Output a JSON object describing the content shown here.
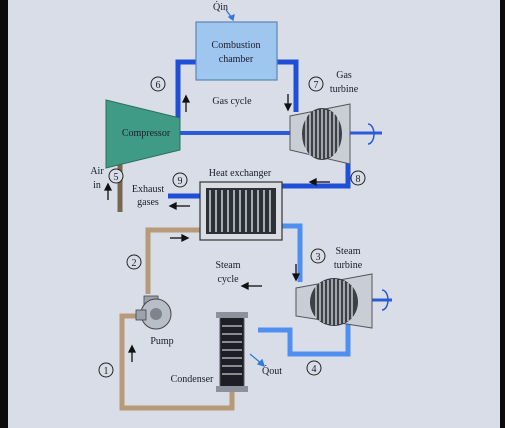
{
  "labels": {
    "q_in": "Q̇in",
    "combustion_chamber_l1": "Combustion",
    "combustion_chamber_l2": "chamber",
    "gas_turbine_l1": "Gas",
    "gas_turbine_l2": "turbine",
    "gas_cycle": "Gas cycle",
    "compressor": "Compressor",
    "air_in_l1": "Air",
    "air_in_l2": "in",
    "heat_exchanger": "Heat exchanger",
    "exhaust_l1": "Exhaust",
    "exhaust_l2": "gases",
    "steam_turbine_l1": "Steam",
    "steam_turbine_l2": "turbine",
    "steam_cycle_l1": "Steam",
    "steam_cycle_l2": "cycle",
    "pump": "Pump",
    "condenser": "Condenser",
    "q_out": "Q̇out"
  },
  "states": [
    "1",
    "2",
    "3",
    "4",
    "5",
    "6",
    "7",
    "8",
    "9"
  ],
  "colors": {
    "background_panel": "#d7dde8",
    "gas_pipe": "#1f4fd6",
    "steam_pipe": "#4f8ff0",
    "water_pipe": "#b89a78",
    "combustion_chamber": "#9ec6ee",
    "compressor": "#3f9b86",
    "turbine": "#c9ced6"
  }
}
